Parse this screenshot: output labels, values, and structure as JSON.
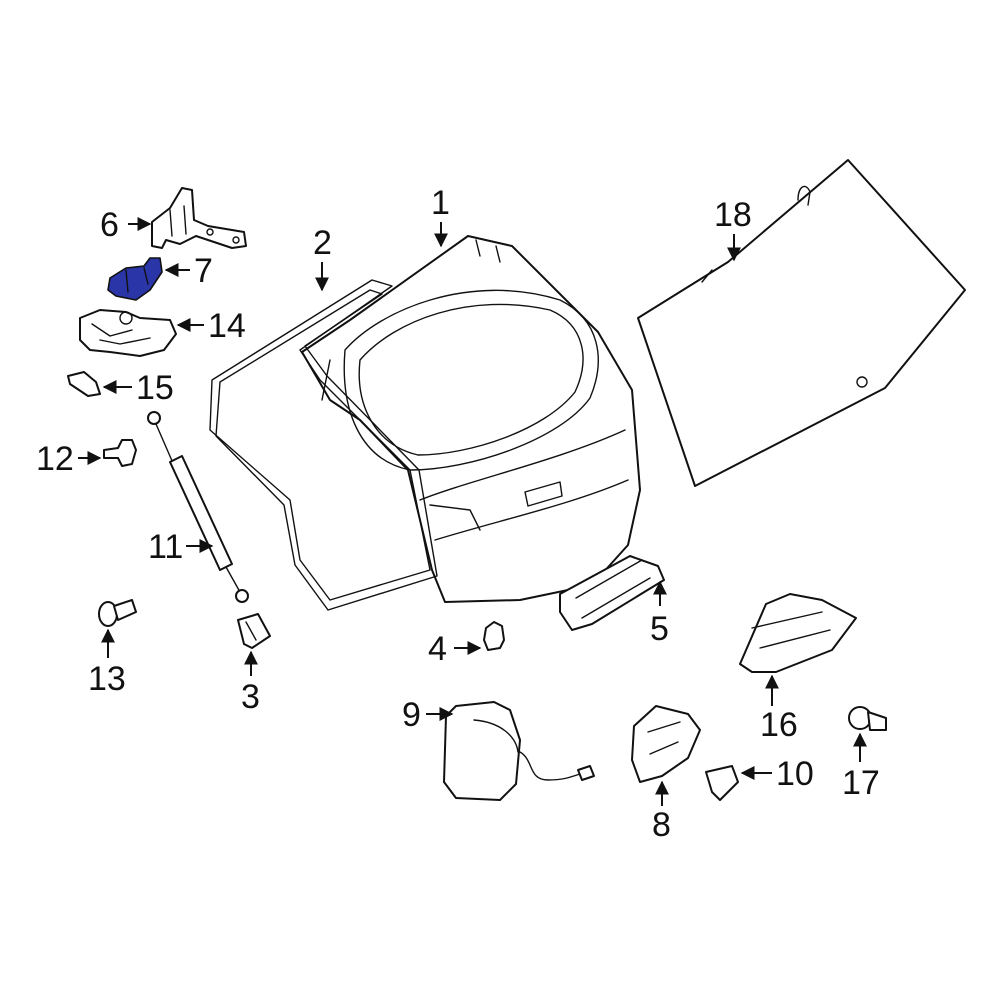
{
  "diagram": {
    "highlight_color": "#2a35a8",
    "line_color": "#111111",
    "background": "#ffffff",
    "highlighted_part": "7",
    "callouts": [
      "1",
      "2",
      "3",
      "4",
      "5",
      "6",
      "7",
      "8",
      "9",
      "10",
      "11",
      "12",
      "13",
      "14",
      "15",
      "16",
      "17",
      "18"
    ]
  }
}
